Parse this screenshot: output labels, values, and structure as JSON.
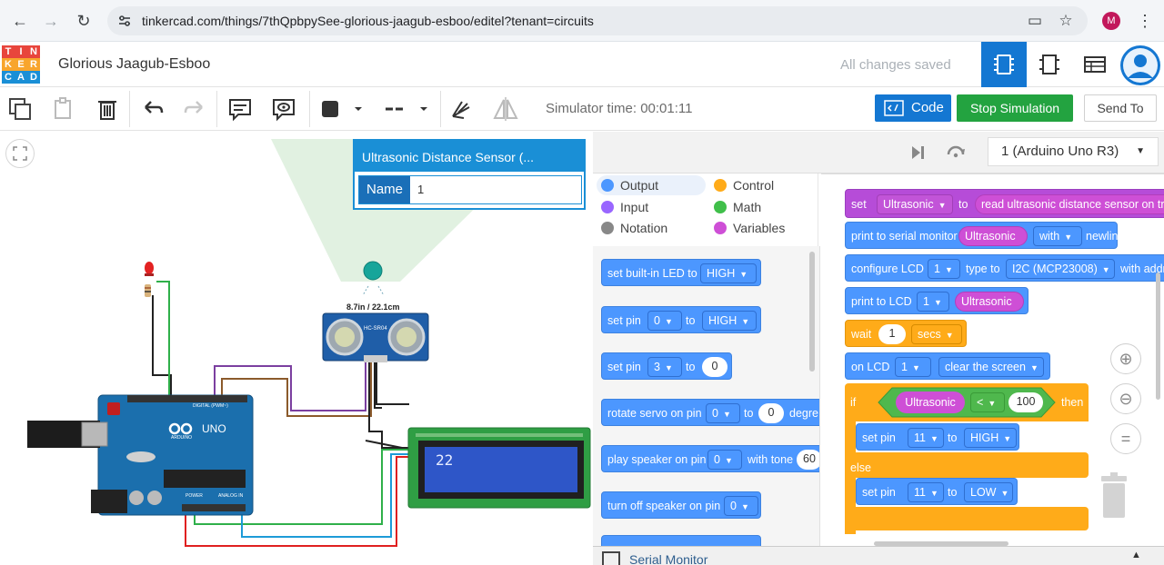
{
  "browser": {
    "url": "tinkercad.com/things/7thQpbpySee-glorious-jaagub-esboo/editel?tenant=circuits",
    "profile_initial": "M"
  },
  "header": {
    "logo_letters": [
      "T",
      "I",
      "N",
      "K",
      "E",
      "R",
      "C",
      "A",
      "D"
    ],
    "project_title": "Glorious Jaagub-Esboo",
    "save_status": "All changes saved"
  },
  "toolbar": {
    "simulator_time": "Simulator time: 00:01:11",
    "code_label": "Code",
    "stop_label": "Stop Simulation",
    "send_label": "Send To"
  },
  "canvas": {
    "sensor_reading": "8.7in / 22.1cm",
    "sensor_label": "HC-SR04",
    "lcd_text": "22",
    "arduino_label": "UNO",
    "arduino_brand": "ARDUINO",
    "digital_label": "DIGITAL (PWM~)",
    "power_label": "POWER",
    "analog_label": "ANALOG IN"
  },
  "properties": {
    "title": "Ultrasonic Distance Sensor (...",
    "name_label": "Name",
    "name_value": "1"
  },
  "editor": {
    "board": "1 (Arduino Uno R3)"
  },
  "categories": [
    {
      "label": "Output",
      "color": "#4c97ff"
    },
    {
      "label": "Control",
      "color": "#ffab19"
    },
    {
      "label": "Input",
      "color": "#9966ff"
    },
    {
      "label": "Math",
      "color": "#40bf4a"
    },
    {
      "label": "Notation",
      "color": "#888888"
    },
    {
      "label": "Variables",
      "color": "#ce4fd6"
    }
  ],
  "palette": {
    "b1": {
      "text": "set built-in LED to",
      "v1": "HIGH"
    },
    "b2": {
      "text": "set pin",
      "v1": "0",
      "to": "to",
      "v2": "HIGH"
    },
    "b3": {
      "text": "set pin",
      "v1": "3",
      "to": "to",
      "v2": "0"
    },
    "b4": {
      "text": "rotate servo on pin",
      "v1": "0",
      "to": "to",
      "v2": "0",
      "tail": "degre"
    },
    "b5": {
      "text": "play speaker on pin",
      "v1": "0",
      "with": "with tone",
      "v2": "60"
    },
    "b6": {
      "text": "turn off speaker on pin",
      "v1": "0"
    }
  },
  "workspace": {
    "set": {
      "set": "set",
      "var": "Ultrasonic",
      "to": "to",
      "expr": "read ultrasonic distance sensor on trig"
    },
    "print_serial": {
      "text": "print to serial monitor",
      "var": "Ultrasonic",
      "with": "with",
      "newline": "newline"
    },
    "config_lcd": {
      "text": "configure LCD",
      "v1": "1",
      "type": "type to",
      "v2": "I2C (MCP23008)",
      "tail": "with addr"
    },
    "print_lcd": {
      "text": "print to LCD",
      "v1": "1",
      "var": "Ultrasonic"
    },
    "wait": {
      "text": "wait",
      "v1": "1",
      "unit": "secs"
    },
    "on_lcd": {
      "text": "on LCD",
      "v1": "1",
      "action": "clear the screen"
    },
    "if": {
      "if": "if",
      "var": "Ultrasonic",
      "op": "<",
      "num": "100",
      "then": "then"
    },
    "set_high": {
      "text": "set pin",
      "v1": "11",
      "to": "to",
      "v2": "HIGH"
    },
    "else": "else",
    "set_low": {
      "text": "set pin",
      "v1": "11",
      "to": "to",
      "v2": "LOW"
    }
  },
  "serial": {
    "label": "Serial Monitor"
  }
}
